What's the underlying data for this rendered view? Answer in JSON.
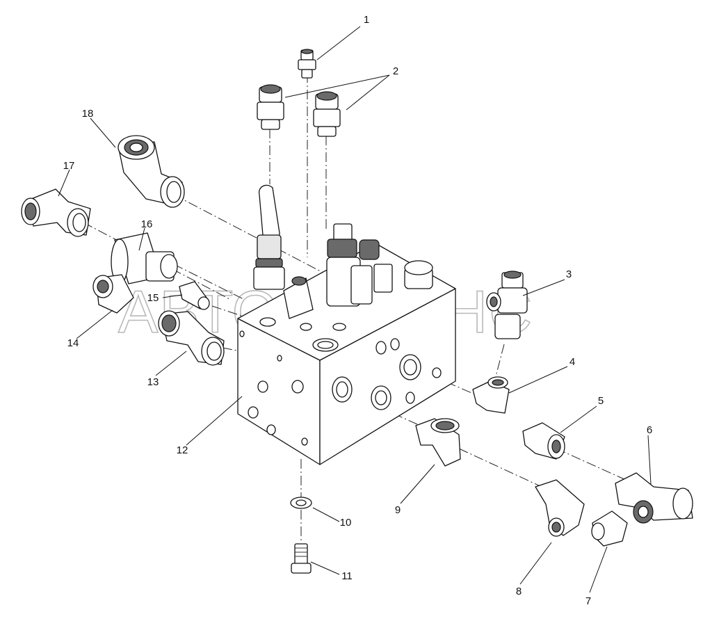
{
  "watermark": "АВТОАЛЬЯНС",
  "callouts": [
    {
      "id": "1",
      "text": "1"
    },
    {
      "id": "2",
      "text": "2"
    },
    {
      "id": "3",
      "text": "3"
    },
    {
      "id": "4",
      "text": "4"
    },
    {
      "id": "5",
      "text": "5"
    },
    {
      "id": "6",
      "text": "6"
    },
    {
      "id": "7",
      "text": "7"
    },
    {
      "id": "8",
      "text": "8"
    },
    {
      "id": "9",
      "text": "9"
    },
    {
      "id": "10",
      "text": "10"
    },
    {
      "id": "11",
      "text": "11"
    },
    {
      "id": "12",
      "text": "12"
    },
    {
      "id": "13",
      "text": "13"
    },
    {
      "id": "14",
      "text": "14"
    },
    {
      "id": "15",
      "text": "15"
    },
    {
      "id": "16",
      "text": "16"
    },
    {
      "id": "17",
      "text": "17"
    },
    {
      "id": "18",
      "text": "18"
    }
  ]
}
